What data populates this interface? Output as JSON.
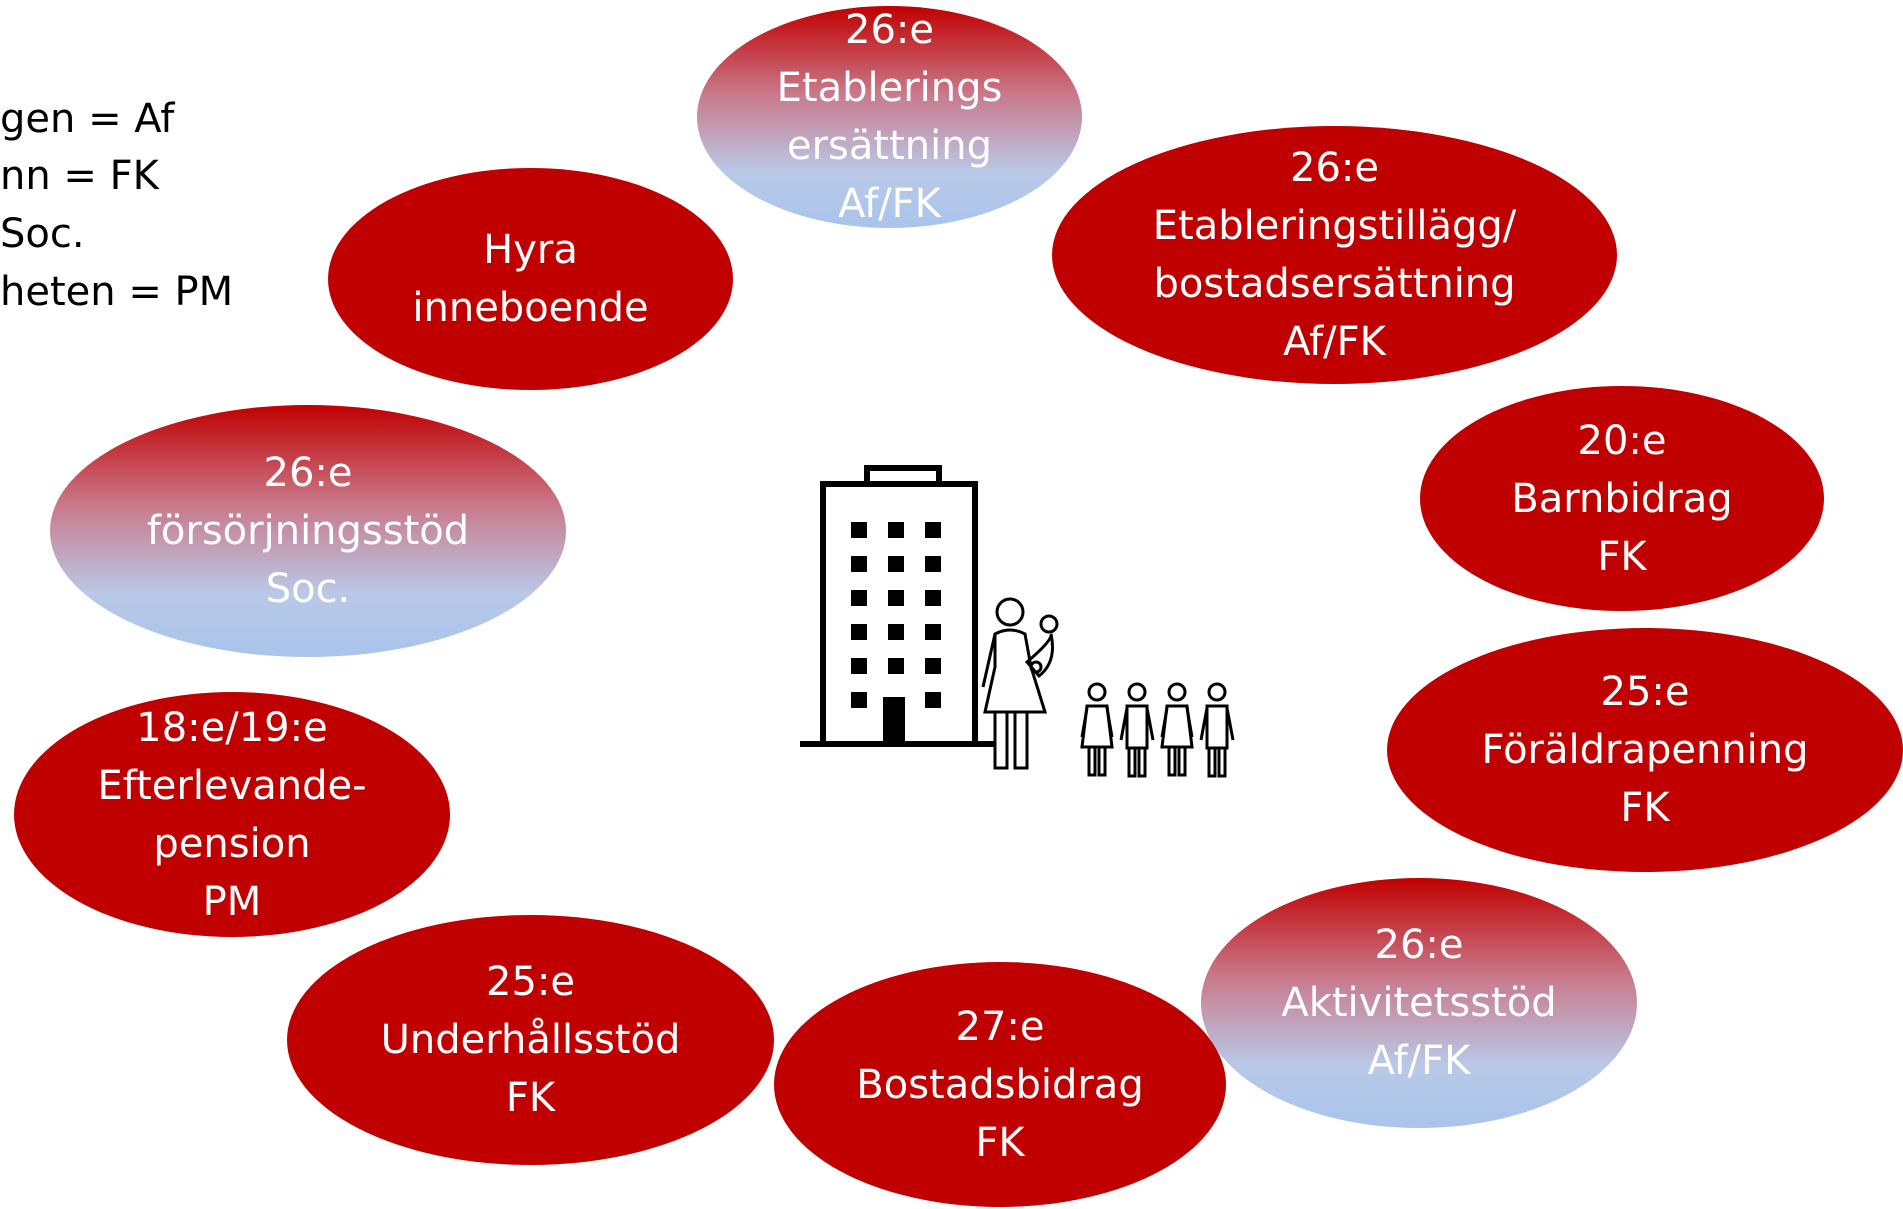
{
  "legend": [
    "gen = Af",
    "nn = FK",
    "Soc.",
    "heten = PM"
  ],
  "bubbles": {
    "etableringsersattning": [
      "26:e",
      "Etablerings",
      "ersättning",
      "Af/FK"
    ],
    "etableringstillagg": [
      "26:e",
      "Etableringstillägg/",
      "bostadsersättning",
      "Af/FK"
    ],
    "hyra": [
      "Hyra",
      "inneboende"
    ],
    "barnbidrag": [
      "20:e",
      "Barnbidrag",
      "FK"
    ],
    "forsorjningsstod": [
      "26:e",
      "försörjningsstöd",
      "Soc."
    ],
    "foraldrapenning": [
      "25:e",
      "Föräldrapenning",
      "FK"
    ],
    "efterlevandepension": [
      "18:e/19:e",
      "Efterlevande-",
      "pension",
      "PM"
    ],
    "aktivitetsstod": [
      "26:e",
      "Aktivitetsstöd",
      "Af/FK"
    ],
    "underhallsstod": [
      "25:e",
      "Underhållsstöd",
      "FK"
    ],
    "bostadsbidrag": [
      "27:e",
      "Bostadsbidrag",
      "FK"
    ]
  },
  "colors": {
    "bubble_red": "#c00000",
    "fade_blue": "#a9c4ea",
    "text": "#ffffff"
  },
  "icons": [
    "apartment-building-icon",
    "mother-with-baby-icon",
    "children-group-icon"
  ]
}
